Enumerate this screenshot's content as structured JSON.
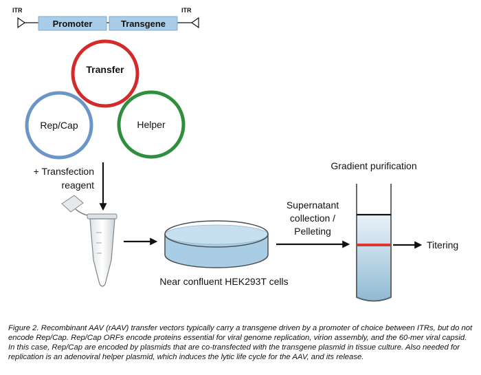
{
  "construct": {
    "itr_left": "ITR",
    "itr_right": "ITR",
    "promoter": "Promoter",
    "transgene": "Transgene"
  },
  "plasmids": {
    "transfer": "Transfer",
    "repcap": "Rep/Cap",
    "helper": "Helper"
  },
  "steps": {
    "transfection_line1": "+ Transfection",
    "transfection_line2": "reagent",
    "cells": "Near confluent HEK293T cells",
    "supernatant_line1": "Supernatant",
    "supernatant_line2": "collection /",
    "supernatant_line3": "Pelleting",
    "gradient": "Gradient purification",
    "titering": "Titering"
  },
  "colors": {
    "transfer_ring": "#d42a2a",
    "repcap_ring": "#6b95c8",
    "helper_ring": "#2f8f3e",
    "construct_box": "#a9cde8",
    "medium": "#a8cde4",
    "band": "#e3342f"
  },
  "caption": "Figure 2. Recombinant AAV (rAAV) transfer vectors typically carry a transgene driven by a promoter of choice between ITRs, but do not encode Rep/Cap. Rep/Cap ORFs encode proteins essential for viral genome replication, virion assembly, and the 60-mer viral capsid. In this case, Rep/Cap are encoded by plasmids that are co-transfected with the transgene plasmid in tissue culture. Also needed for replication is an adenoviral helper plasmid, which induces the lytic life cycle for the AAV, and its release."
}
